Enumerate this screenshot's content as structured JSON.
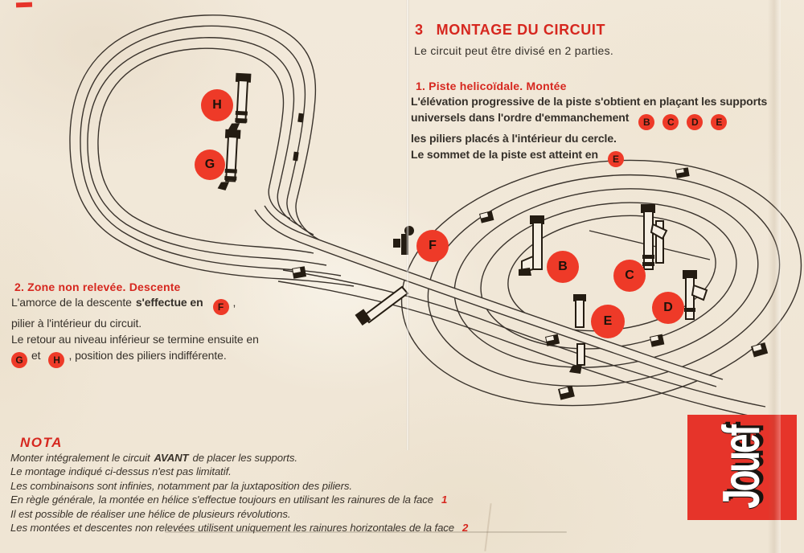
{
  "page": {
    "title_number": "3",
    "title": "MONTAGE DU CIRCUIT",
    "intro": "Le circuit peut être divisé en 2 parties."
  },
  "section1": {
    "heading": "1. Piste helicoïdale. Montée",
    "line1": "L'élévation progressive de la piste s'obtient en plaçant les supports",
    "line2": "universels dans l'ordre d'emmanchement",
    "line2_badges": [
      "B",
      "C",
      "D",
      "E"
    ],
    "line3": "les piliers placés à l'intérieur du cercle.",
    "line4": "Le sommet de la piste est atteint en",
    "line4_badge": "E"
  },
  "section2": {
    "heading": "2. Zone non relevée. Descente",
    "line1_pre": "L'amorce de la descente",
    "line1_bold": "s'effectue en",
    "line1_badge": "F",
    "line1_post": ",",
    "line2": "pilier à l'intérieur du circuit.",
    "line3": "Le retour au niveau inférieur se termine ensuite en",
    "line4_badge1": "G",
    "line4_mid": "et",
    "line4_badge2": "H",
    "line4_post": ", position des piliers indifférente."
  },
  "nota": {
    "heading": "NOTA",
    "line1_pre": "Monter intégralement le circuit",
    "line1_bold": "AVANT",
    "line1_post": "de placer les supports.",
    "line2": "Le montage indiqué ci-dessus n'est pas limitatif.",
    "line3": "Les combinaisons sont infinies, notamment par la juxtaposition des piliers.",
    "line4": "En règle générale, la montée en hélice s'effectue toujours en utilisant les rainures de la face",
    "line4_num": "1",
    "line5": "Il est possible de réaliser une hélice de plusieurs révolutions.",
    "line6": "Les montées et descentes non relevées utilisent uniquement les rainures horizontales de la face",
    "line6_num": "2"
  },
  "diagram": {
    "markers": {
      "h": "H",
      "g": "G",
      "f": "F",
      "b": "B",
      "c": "C",
      "d": "D",
      "e": "E"
    }
  },
  "logo": {
    "text": "Jouef"
  },
  "colors": {
    "accent_red": "#e6342a",
    "circle_red": "#ee3a28",
    "line_dark": "#3a332c",
    "paper": "#f2e9da"
  }
}
